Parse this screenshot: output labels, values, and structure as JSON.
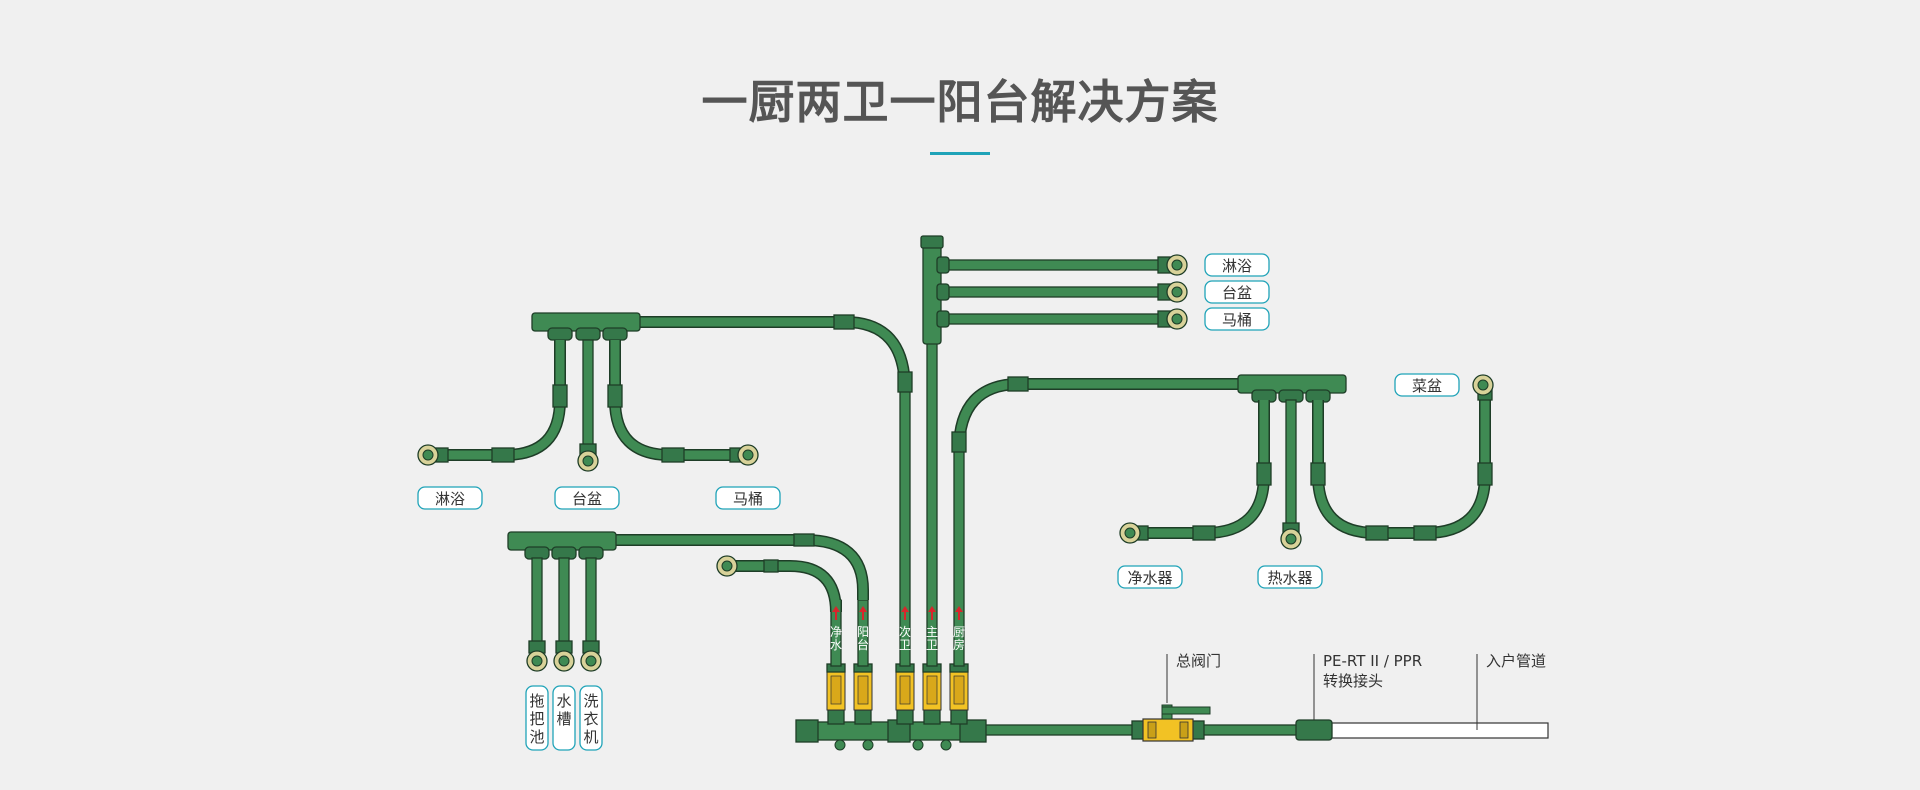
{
  "title": "一厨两卫一阳台解决方案",
  "fixtures": {
    "top_right": [
      "淋浴",
      "台盆",
      "马桶"
    ],
    "upper_left": [
      "淋浴",
      "台盆",
      "马桶"
    ],
    "lower_left": [
      "拖把池",
      "水槽",
      "洗衣机"
    ],
    "right": [
      "菜盆",
      "净水器",
      "热水器"
    ]
  },
  "manifold_branches": [
    "净水",
    "阳台",
    "次卫",
    "主卫",
    "厨房"
  ],
  "annotations": {
    "main_valve": "总阀门",
    "adapter_line1": "PE-RT II / PPR",
    "adapter_line2": "转换接头",
    "inlet": "入户管道"
  },
  "colors": {
    "pipe": "#3f8a53",
    "label_border": "#1fa3b8",
    "valve": "#f2c224",
    "arrow": "#d8262c"
  }
}
